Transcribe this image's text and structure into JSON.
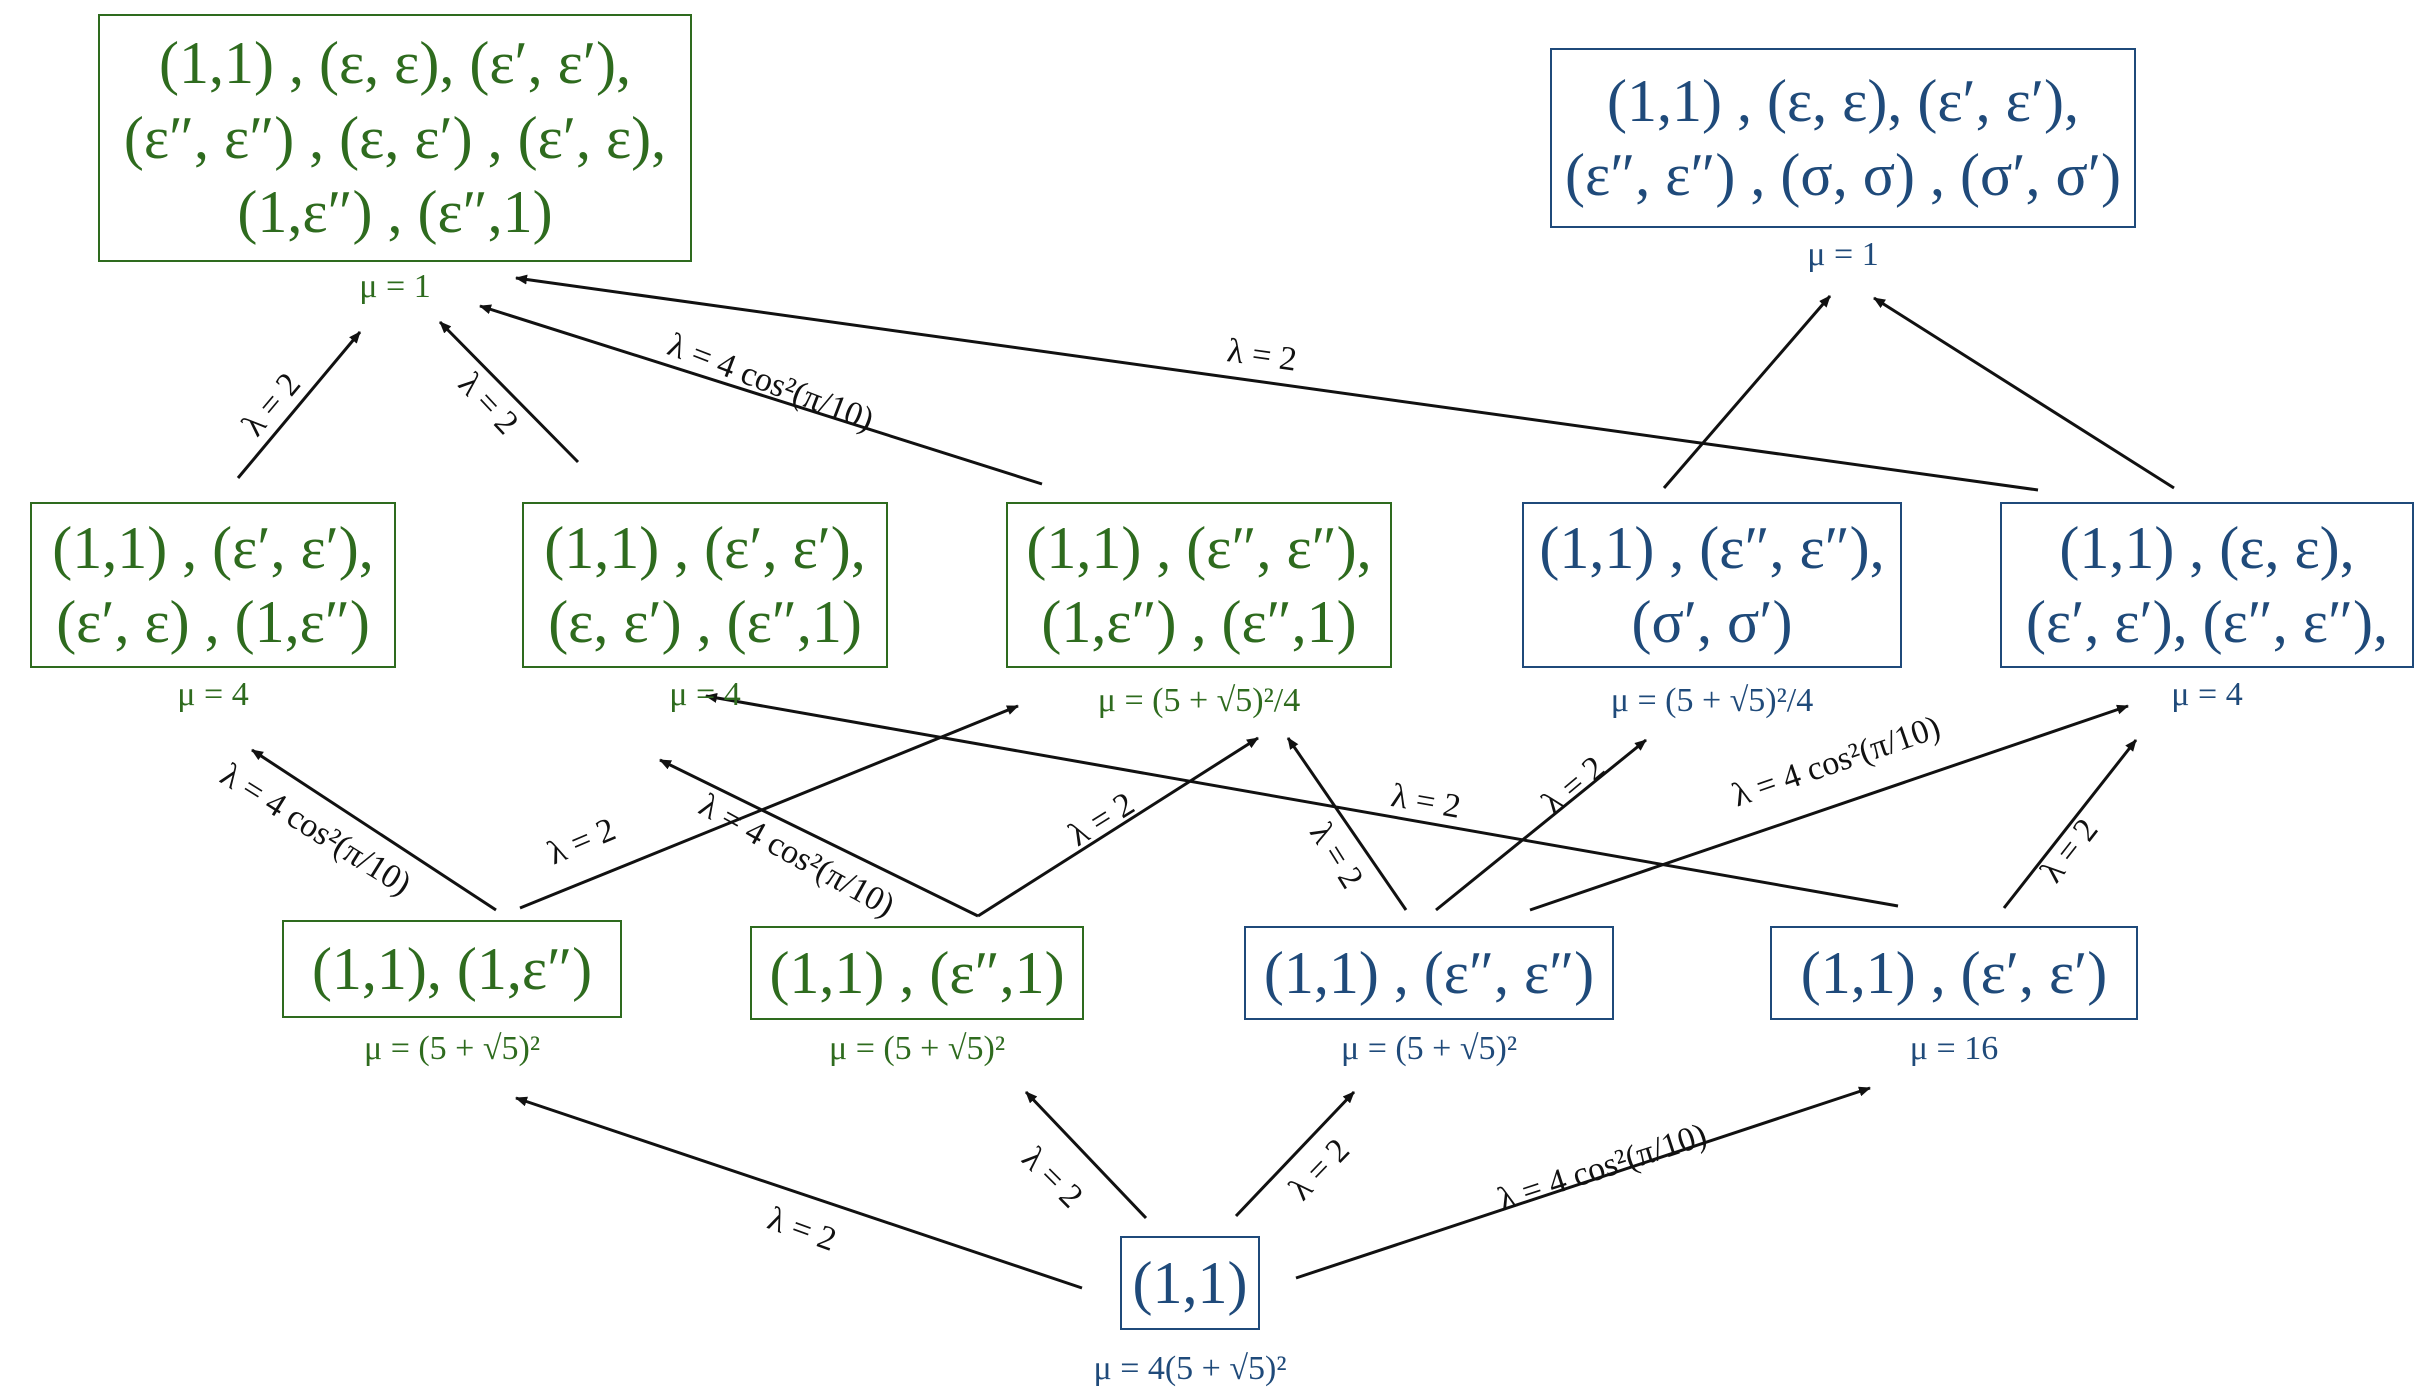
{
  "colors": {
    "green": "#2e6b1e",
    "blue": "#1f4a7a",
    "arrow": "#111111"
  },
  "nodes": [
    {
      "id": "top-green",
      "color": "green",
      "lines": [
        "(1,1) , (ε, ε), (ε′, ε′),",
        "(ε″, ε″) , (ε, ε′) , (ε′, ε),",
        "(1,ε″) , (ε″,1)"
      ],
      "mu": "μ = 1"
    },
    {
      "id": "top-blue",
      "color": "blue",
      "lines": [
        "(1,1) , (ε, ε), (ε′, ε′),",
        "(ε″, ε″) , (σ, σ) , (σ′, σ′)"
      ],
      "mu": "μ = 1"
    },
    {
      "id": "mid-1",
      "color": "green",
      "lines": [
        "(1,1) , (ε′, ε′),",
        "(ε′, ε) , (1,ε″)"
      ],
      "mu": "μ = 4"
    },
    {
      "id": "mid-2",
      "color": "green",
      "lines": [
        "(1,1) , (ε′, ε′),",
        "(ε, ε′) , (ε″,1)"
      ],
      "mu": "μ = 4"
    },
    {
      "id": "mid-3",
      "color": "green",
      "lines": [
        "(1,1) , (ε″, ε″),",
        "(1,ε″) , (ε″,1)"
      ],
      "mu": "μ = (5 + √5)²/4"
    },
    {
      "id": "mid-4",
      "color": "blue",
      "lines": [
        "(1,1) , (ε″, ε″),",
        "(σ′, σ′)"
      ],
      "mu": "μ = (5 + √5)²/4"
    },
    {
      "id": "mid-5",
      "color": "blue",
      "lines": [
        "(1,1) , (ε, ε),",
        "(ε′, ε′), (ε″, ε″),"
      ],
      "mu": "μ = 4"
    },
    {
      "id": "low-1",
      "color": "green",
      "lines": [
        "(1,1), (1,ε″)"
      ],
      "mu": "μ = (5 + √5)²"
    },
    {
      "id": "low-2",
      "color": "green",
      "lines": [
        "(1,1) , (ε″,1)"
      ],
      "mu": "μ = (5 + √5)²"
    },
    {
      "id": "low-3",
      "color": "blue",
      "lines": [
        "(1,1) , (ε″, ε″)"
      ],
      "mu": "μ = (5 + √5)²"
    },
    {
      "id": "low-4",
      "color": "blue",
      "lines": [
        "(1,1) , (ε′, ε′)"
      ],
      "mu": "μ = 16"
    },
    {
      "id": "bottom",
      "color": "blue",
      "lines": [
        "(1,1)"
      ],
      "mu": "μ = 4(5 + √5)²"
    }
  ],
  "edges": [
    {
      "from": "mid-1",
      "to": "top-green",
      "label": "λ = 2"
    },
    {
      "from": "mid-2",
      "to": "top-green",
      "label": "λ = 2"
    },
    {
      "from": "mid-3",
      "to": "top-green",
      "label": "λ = 4 cos²(π/10)"
    },
    {
      "from": "mid-5",
      "to": "top-green",
      "label": "λ = 2"
    },
    {
      "from": "mid-4",
      "to": "top-blue",
      "label": ""
    },
    {
      "from": "mid-5",
      "to": "top-blue",
      "label": ""
    },
    {
      "from": "low-1",
      "to": "mid-1",
      "label": "λ = 4 cos²(π/10)"
    },
    {
      "from": "low-1",
      "to": "mid-3",
      "label": "λ = 2"
    },
    {
      "from": "low-2",
      "to": "mid-2",
      "label": "λ = 4 cos²(π/10)"
    },
    {
      "from": "low-2",
      "to": "mid-3",
      "label": "λ = 2"
    },
    {
      "from": "low-3",
      "to": "mid-3",
      "label": "λ = 2"
    },
    {
      "from": "low-3",
      "to": "mid-4",
      "label": "λ = 2"
    },
    {
      "from": "low-3",
      "to": "mid-5",
      "label": "λ = 4 cos²(π/10)"
    },
    {
      "from": "low-4",
      "to": "mid-2",
      "label": "λ = 2"
    },
    {
      "from": "low-4",
      "to": "mid-5",
      "label": "λ = 2"
    },
    {
      "from": "bottom",
      "to": "low-1",
      "label": "λ = 2"
    },
    {
      "from": "bottom",
      "to": "low-2",
      "label": "λ = 2"
    },
    {
      "from": "bottom",
      "to": "low-3",
      "label": "λ = 2"
    },
    {
      "from": "bottom",
      "to": "low-4",
      "label": "λ = 4 cos²(π/10)"
    }
  ]
}
